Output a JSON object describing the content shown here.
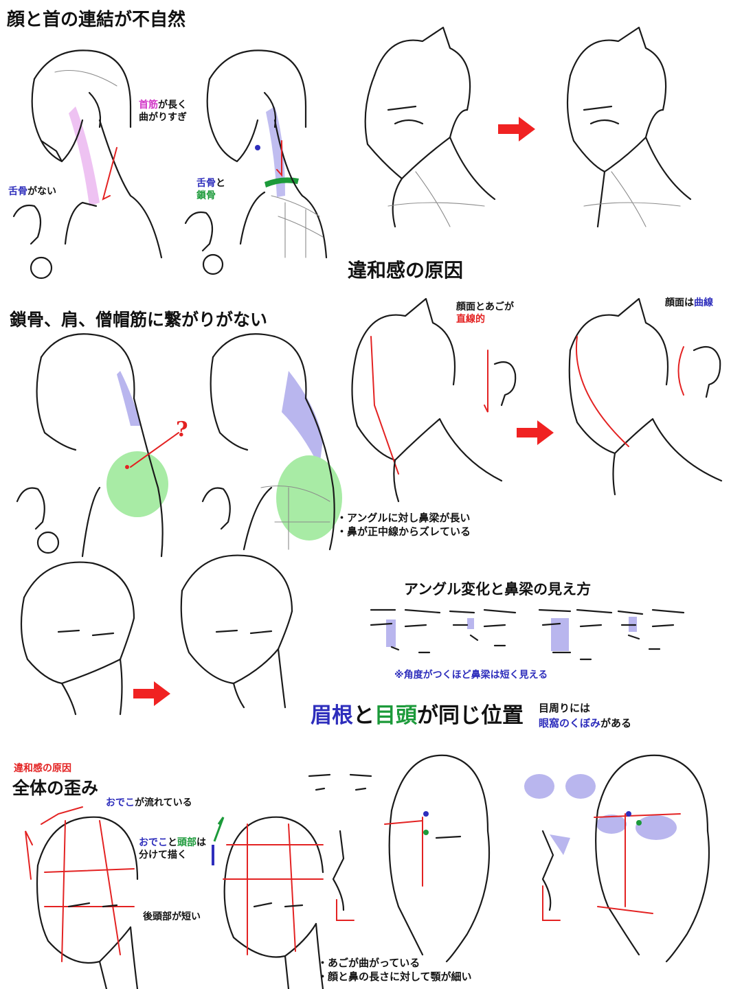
{
  "sections": {
    "neck_connection_title": "顔と首の連結が不自然",
    "cause_title": "違和感の原因",
    "shoulder_title": "鎖骨、肩、僧帽筋に繋がりがない",
    "angle_title": "アングル変化と鼻梁の見え方",
    "brow_title_part1": "眉根",
    "brow_title_and": "と",
    "brow_title_part2": "目頭",
    "brow_title_part3": "が同じ位置",
    "distortion_tag": "違和感の原因",
    "distortion_title": "全体の歪み"
  },
  "annotations": {
    "neck_muscle_highlight": "首筋",
    "neck_muscle_rest1": "が長く",
    "neck_muscle_rest2": "曲がりすぎ",
    "hyoid_missing_highlight": "舌骨",
    "hyoid_missing_rest": "がない",
    "hyoid_label": "舌骨",
    "hyoid_and": "と",
    "clavicle_label": "鎖骨",
    "face_chin_line1": "顔面とあごが",
    "face_chin_line2": "直線的",
    "face_curve_prefix": "顔面は",
    "face_curve_highlight": "曲線",
    "question_mark": "?",
    "nose_bridge_note1": "・アングルに対し鼻梁が長い",
    "nose_bridge_note2": "・鼻が正中線からズレている",
    "angle_note": "※角度がつくほど鼻梁は短く見える",
    "eye_area_line1": "目周りには",
    "eye_area_highlight": "眼窩のくぼみ",
    "eye_area_rest": "がある",
    "forehead_flow_highlight": "おでこ",
    "forehead_flow_rest": "が流れている",
    "separate_part1": "おでこ",
    "separate_and": "と",
    "separate_part2": "頭部",
    "separate_rest1": "は",
    "separate_rest2": "分けて描く",
    "back_head_short": "後頭部が短い",
    "chin_note1": "・あごが曲がっている",
    "chin_note2": "・顔と鼻の長さに対して顎が細い"
  },
  "colors": {
    "red_accent": "#e32222",
    "blue_accent": "#2e2ebc",
    "green_accent": "#1c9a3a",
    "pink_accent": "#d23ac8",
    "lavender_fill": "#b9b6ee",
    "light_green_fill": "#a8eba5"
  },
  "icons": [
    "right-arrow-icon",
    "right-arrow-icon",
    "right-arrow-icon",
    "right-arrow-icon"
  ]
}
